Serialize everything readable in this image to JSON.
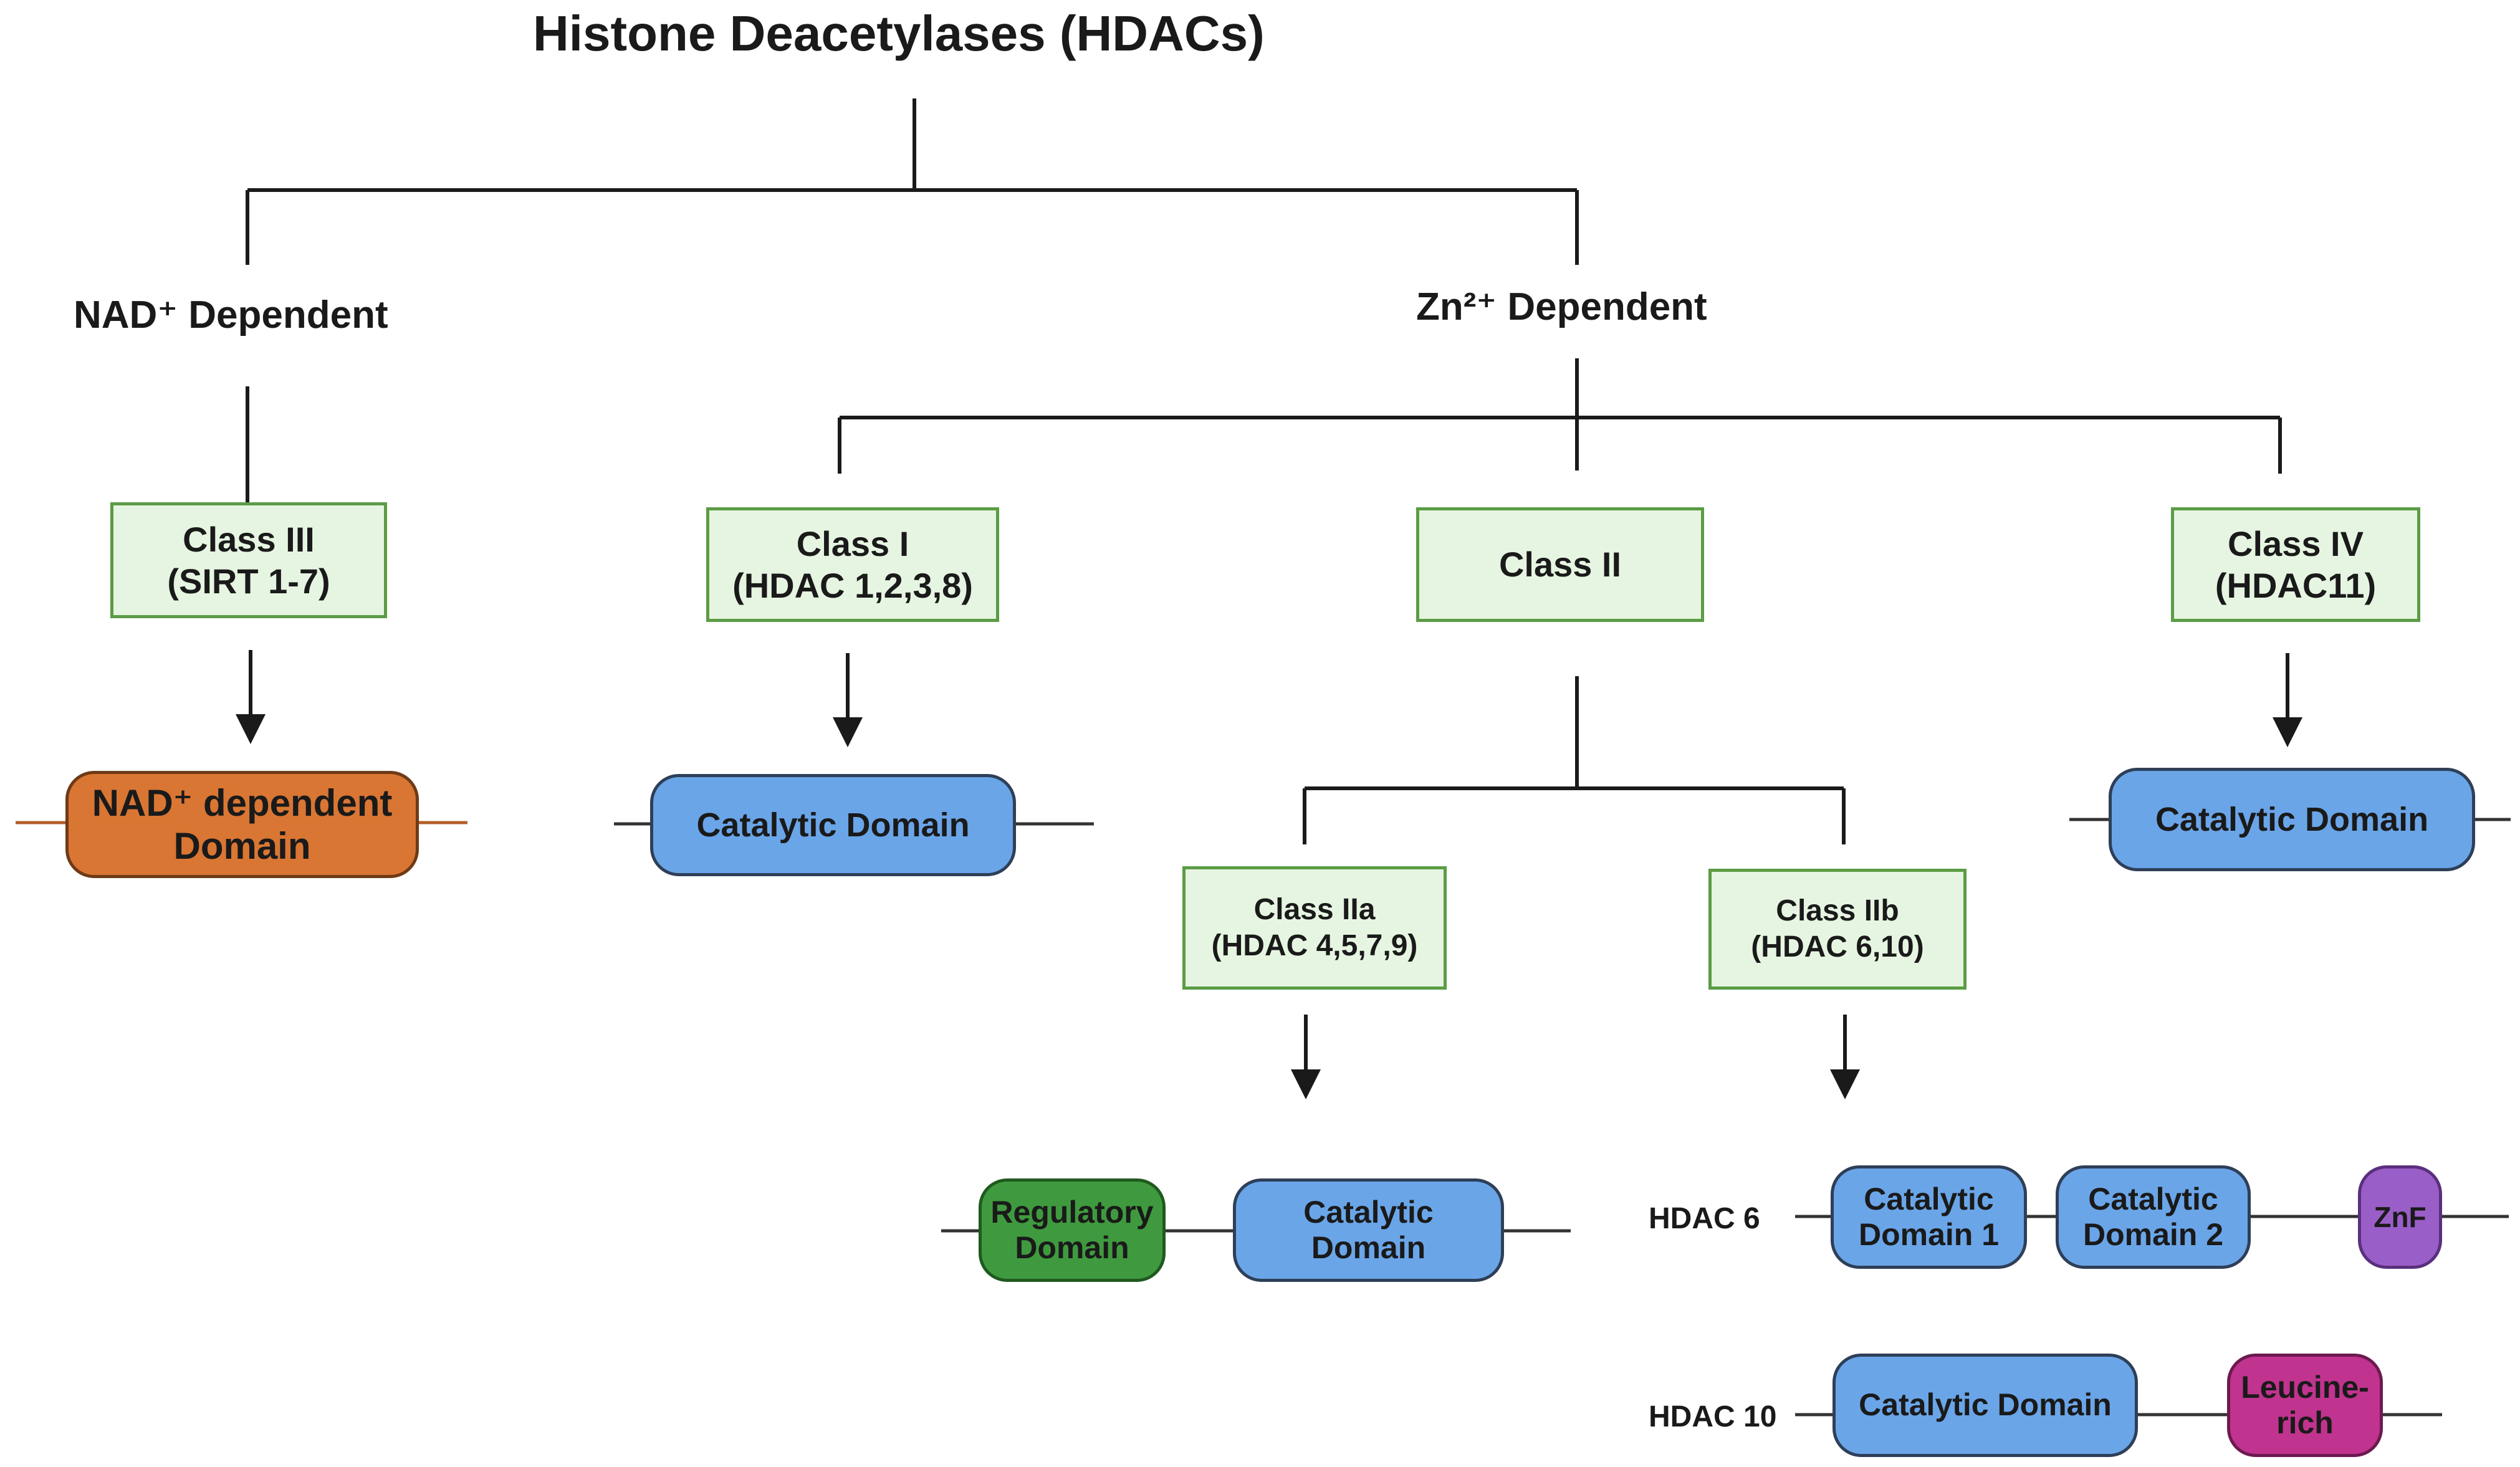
{
  "title": "Histone Deacetylases (HDACs)",
  "groups": {
    "nad": "NAD⁺ Dependent",
    "zn": "Zn²⁺ Dependent"
  },
  "classes": {
    "class3": {
      "line1": "Class III",
      "line2": "(SIRT 1-7)"
    },
    "class1": {
      "line1": "Class I",
      "line2": "(HDAC 1,2,3,8)"
    },
    "class2": {
      "line1": "Class II"
    },
    "class4": {
      "line1": "Class IV",
      "line2": "(HDAC11)"
    },
    "class2a": {
      "line1": "Class IIa",
      "line2": "(HDAC 4,5,7,9)"
    },
    "class2b": {
      "line1": "Class IIb",
      "line2": "(HDAC 6,10)"
    }
  },
  "domains": {
    "nad_domain": {
      "line1": "NAD⁺ dependent",
      "line2": "Domain"
    },
    "class1_catalytic": "Catalytic Domain",
    "class4_catalytic": "Catalytic Domain",
    "class2a_regulatory": {
      "line1": "Regulatory",
      "line2": "Domain"
    },
    "class2a_catalytic": {
      "line1": "Catalytic",
      "line2": "Domain"
    },
    "hdac6_catalytic1": {
      "line1": "Catalytic",
      "line2": "Domain 1"
    },
    "hdac6_catalytic2": {
      "line1": "Catalytic",
      "line2": "Domain 2"
    },
    "hdac6_znf": "ZnF",
    "hdac10_catalytic": "Catalytic Domain",
    "hdac10_leucine": {
      "line1": "Leucine-",
      "line2": "rich"
    }
  },
  "isoforms": {
    "hdac6": "HDAC 6",
    "hdac10": "HDAC 10"
  },
  "colors": {
    "class_fill": "#e6f5e1",
    "class_border": "#5b9c45",
    "catalytic": "#6aa5e8",
    "nad_domain": "#d97633",
    "regulatory": "#3f9a3f",
    "znf": "#9a5ec8",
    "leucine_rich": "#c0338e"
  }
}
